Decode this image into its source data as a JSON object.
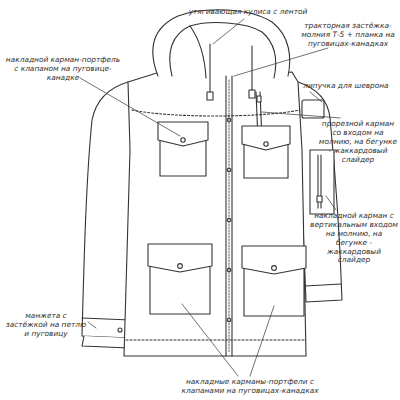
{
  "diagram": {
    "labels": [
      "утягивающая кулиса с лентой",
      "тракторная застёжка-молния Т-5 + планка на пуговицах-канадках",
      "накладной карман-портфель с клапаном на пуговице-канадке",
      "липучка для шеврона",
      "прорезной карман со входом на молнию, на бегунке - жаккардовый слайдер",
      "накладной карман с вертикальным входом на молнию, на бегунке - жаккардовый слайдер",
      "манжета с застёжкой на петлю и пуговицу",
      "накладные карманы-портфели с клапанами на пуговицах-канадках"
    ]
  }
}
